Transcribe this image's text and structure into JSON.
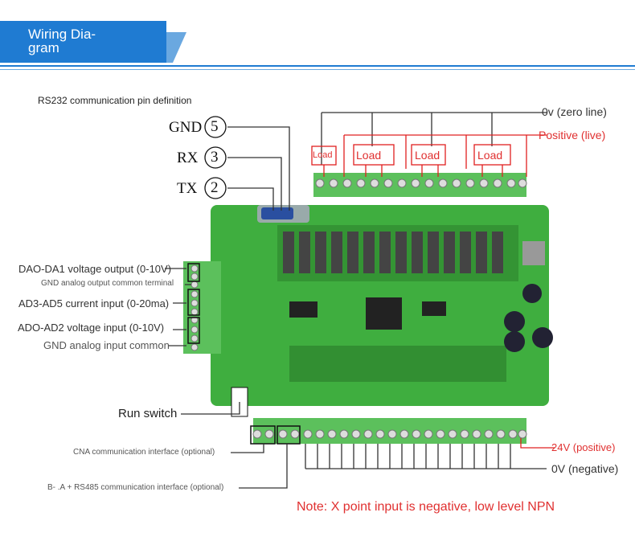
{
  "header": {
    "title": "Wiring Dia-\ngram",
    "color": "#1f7bd2"
  },
  "rs232": {
    "title": "RS232 communication pin definition",
    "pins": [
      {
        "name": "GND",
        "num": "5"
      },
      {
        "name": "RX",
        "num": "3"
      },
      {
        "name": "TX",
        "num": "2"
      }
    ]
  },
  "outputs": {
    "zero_line": "0v (zero line)",
    "positive": "Positive (live)",
    "loads": [
      "Load",
      "Load",
      "Load",
      "Load"
    ]
  },
  "analog": {
    "labels": [
      "DAO-DA1 voltage output (0-10V)",
      "GND analog output common terminal",
      "AD3-AD5 current input (0-20ma)",
      "ADO-AD2 voltage input (0-10V)",
      "GND analog input common"
    ]
  },
  "run_switch": "Run switch",
  "comm": {
    "cna": "CNA communication interface (optional)",
    "rs485": "B- .A + RS485 communication interface (optional)"
  },
  "power": {
    "positive": "24V (positive)",
    "negative": "0V (negative)"
  },
  "note": "Note: X point input is negative, low level NPN",
  "colors": {
    "board": "#3fae3f",
    "terminal": "#5cc05c",
    "red_wire": "#e02020",
    "note": "#e03030"
  }
}
